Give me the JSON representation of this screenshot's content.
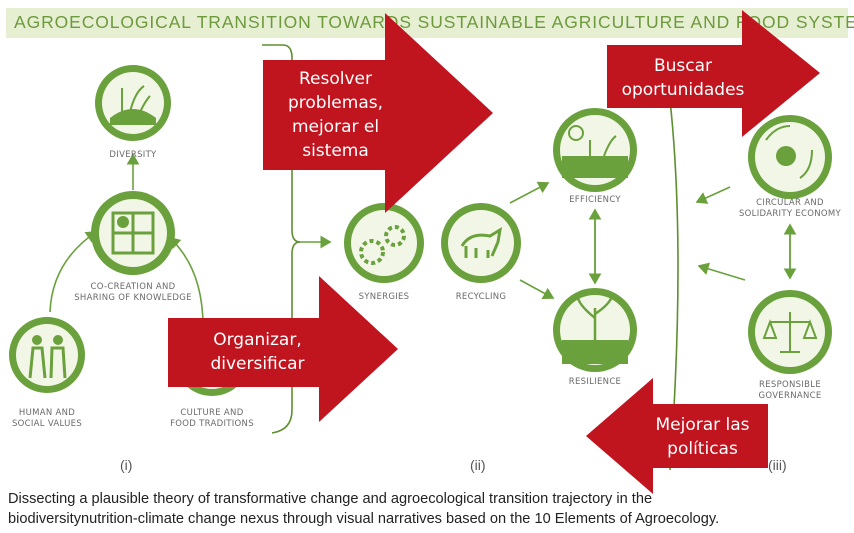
{
  "banner": {
    "title": "AGROECOLOGICAL TRANSITION TOWARDS SUSTAINABLE AGRICULTURE AND FOOD SYSTEMS"
  },
  "elements": {
    "diversity": "DIVERSITY",
    "co_creation": [
      "CO-CREATION AND",
      "SHARING OF KNOWLEDGE"
    ],
    "human_social": [
      "HUMAN AND",
      "SOCIAL VALUES"
    ],
    "culture_food": [
      "CULTURE AND",
      "FOOD TRADITIONS"
    ],
    "synergies": "SYNERGIES",
    "recycling": "RECYCLING",
    "efficiency": "EFFICIENCY",
    "resilience": "RESILIENCE",
    "circular": [
      "CIRCULAR AND",
      "SOLIDARITY ECONOMY"
    ],
    "responsible": [
      "RESPONSIBLE",
      "GOVERNANCE"
    ]
  },
  "sections": [
    "(i)",
    "(ii)",
    "(iii)"
  ],
  "arrows": {
    "resolver": [
      "Resolver",
      "problemas,",
      "mejorar el",
      "sistema"
    ],
    "buscar": [
      "Buscar",
      "oportunidades"
    ],
    "organizar": [
      "Organizar,",
      "diversificar"
    ],
    "mejorar": [
      "Mejorar las",
      "políticas"
    ]
  },
  "caption": [
    "Dissecting a plausible theory of transformative change and agroecological transition trajectory in the",
    "biodiversitynutrition-climate change nexus through visual narratives based on the 10 Elements of Agroecology."
  ],
  "colors": {
    "green": "#6aa13c",
    "banner_bg": "#e6efd2",
    "arrow_red": "#c0141f",
    "text_gray": "#6a6a6a"
  }
}
